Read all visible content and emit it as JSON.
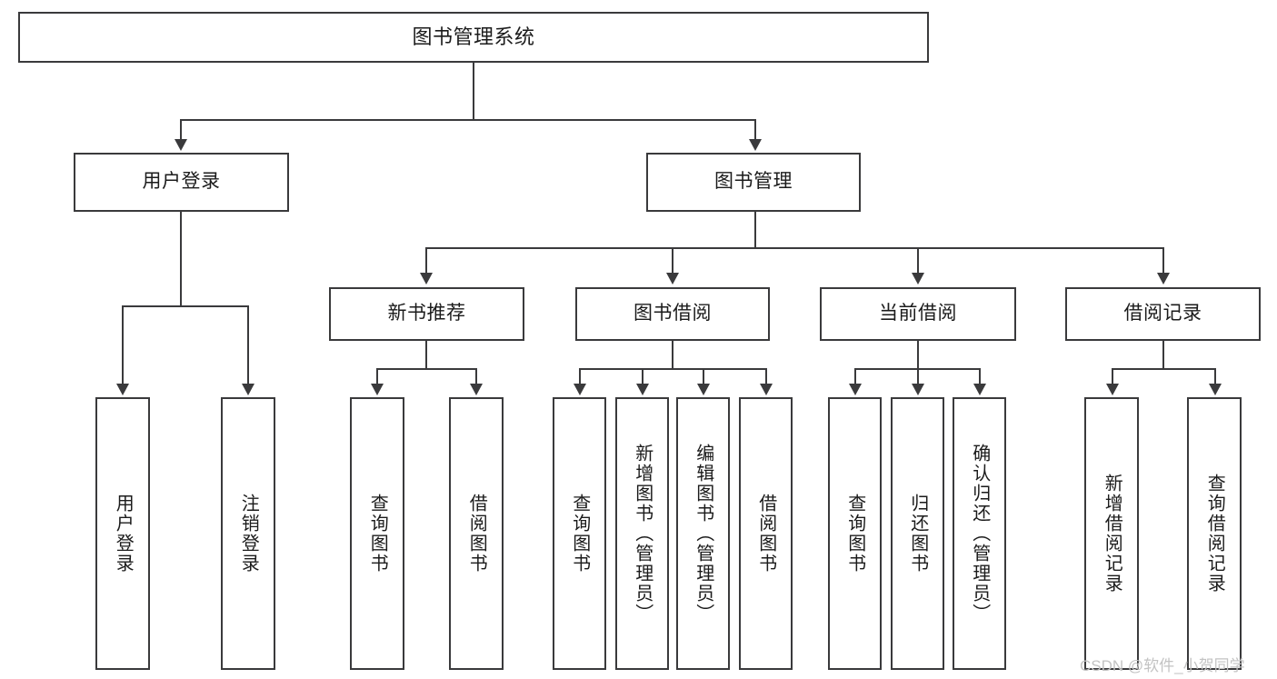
{
  "diagram": {
    "type": "tree-hierarchy",
    "title": "图书管理系统",
    "watermark": "CSDN @软件_小贺同学",
    "colors": {
      "box_border": "#3a3a3c",
      "box_fill": "#ffffff",
      "connector": "#3a3a3c",
      "text": "#1b1b1b",
      "watermark": "#c3c3c3",
      "background": "#ffffff"
    },
    "levels": {
      "level1": [
        "图书管理系统"
      ],
      "level2": [
        "用户登录",
        "图书管理"
      ],
      "level3": [
        "新书推荐",
        "图书借阅",
        "当前借阅",
        "借阅记录"
      ],
      "level4": [
        "用户登录",
        "注销登录",
        "查询图书",
        "借阅图书",
        "查询图书",
        "新增图书（管理员）",
        "编辑图书（管理员）",
        "借阅图书",
        "查询图书",
        "归还图书",
        "确认归还（管理员）",
        "新增借阅记录",
        "查询借阅记录"
      ]
    },
    "nodes": {
      "root": {
        "label": "图书管理系统"
      },
      "user_login": {
        "label": "用户登录"
      },
      "book_manage": {
        "label": "图书管理"
      },
      "new_book_rec": {
        "label": "新书推荐"
      },
      "book_borrow": {
        "label": "图书借阅"
      },
      "current_borrow": {
        "label": "当前借阅"
      },
      "borrow_record": {
        "label": "借阅记录"
      },
      "leaf_user_login": {
        "label": "用户登录"
      },
      "leaf_logout": {
        "label": "注销登录"
      },
      "leaf_query_book_1": {
        "label": "查询图书"
      },
      "leaf_borrow_book_1": {
        "label": "借阅图书"
      },
      "leaf_query_book_2": {
        "label": "查询图书"
      },
      "leaf_add_book": {
        "label": "新增图书（管理员）"
      },
      "leaf_edit_book": {
        "label": "编辑图书（管理员）"
      },
      "leaf_borrow_book_2": {
        "label": "借阅图书"
      },
      "leaf_query_book_3": {
        "label": "查询图书"
      },
      "leaf_return_book": {
        "label": "归还图书"
      },
      "leaf_confirm_return": {
        "label": "确认归还（管理员）"
      },
      "leaf_add_record": {
        "label": "新增借阅记录"
      },
      "leaf_query_record": {
        "label": "查询借阅记录"
      }
    }
  }
}
